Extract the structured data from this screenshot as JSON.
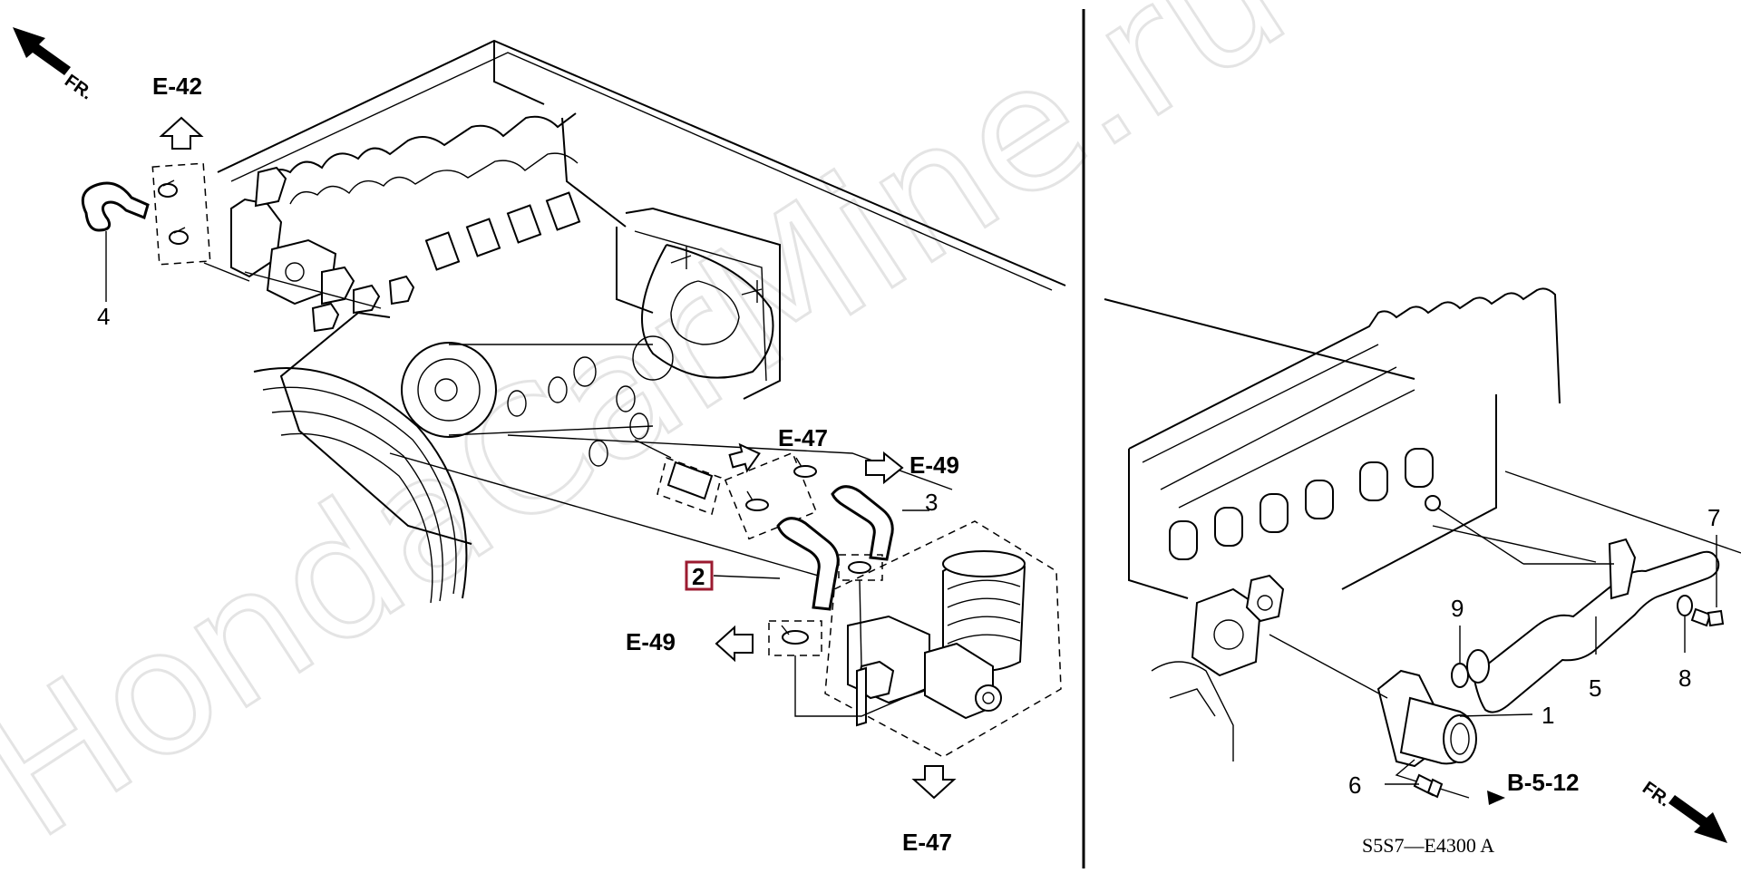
{
  "watermark": "HondaCarMine.ru",
  "front_label": "FR.",
  "refs": {
    "e42": "E-42",
    "e47_top": "E-47",
    "e49_right": "E-49",
    "e49_left": "E-49",
    "e47_bottom": "E-47",
    "b512": "B-5-12"
  },
  "callouts": {
    "p1": "1",
    "p2": "2",
    "p3": "3",
    "p4": "4",
    "p5": "5",
    "p6": "6",
    "p7": "7",
    "p8": "8",
    "p9": "9"
  },
  "highlight_color": "#9b1b30",
  "diagram_code": "S5S7—E4300 A"
}
